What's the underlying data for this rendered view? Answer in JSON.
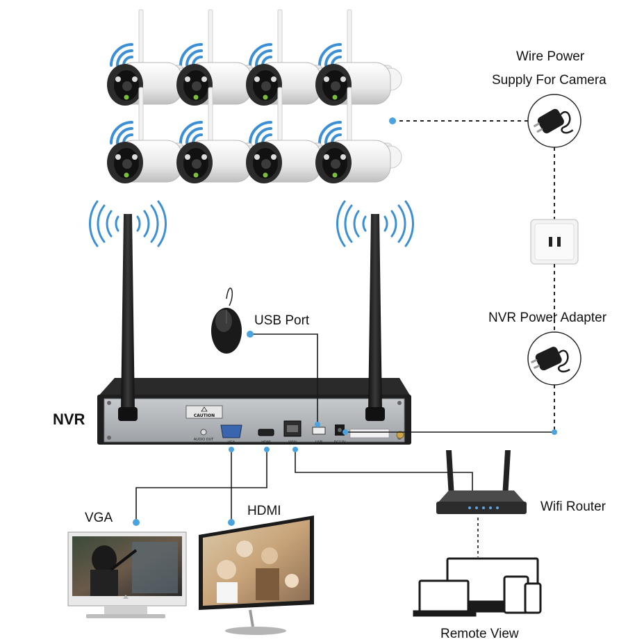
{
  "labels": {
    "wire_power_line1": "Wire Power",
    "wire_power_line2": "Supply For Camera",
    "usb_port": "USB Port",
    "nvr_power_adapter": "NVR Power Adapter",
    "nvr": "NVR",
    "vga": "VGA",
    "hdmi": "HDMI",
    "wifi_router": "Wifi Router",
    "remote_view": "Remote View"
  },
  "nvr_panel": {
    "caution": "CAUTION",
    "audio_out": "AUDIO OUT",
    "vga_port": "VGA",
    "hdmi_port": "HDMI",
    "wan_port": "WAN",
    "usb_port": "USB",
    "dc_port": "DC12V"
  },
  "colors": {
    "dot": "#4aa3df",
    "line": "#1a1a1a",
    "wifi": "#3a8fd6",
    "nvr_body": "#1e1e1e",
    "nvr_panel": "#b5b9bd"
  },
  "icons": {
    "cameras": "bullet-camera-icon",
    "camera_power": "power-adapter-icon",
    "outlet": "wall-outlet-icon",
    "nvr_power": "power-adapter-icon",
    "mouse": "mouse-icon",
    "router": "wifi-router-icon",
    "remote": "devices-icon"
  }
}
